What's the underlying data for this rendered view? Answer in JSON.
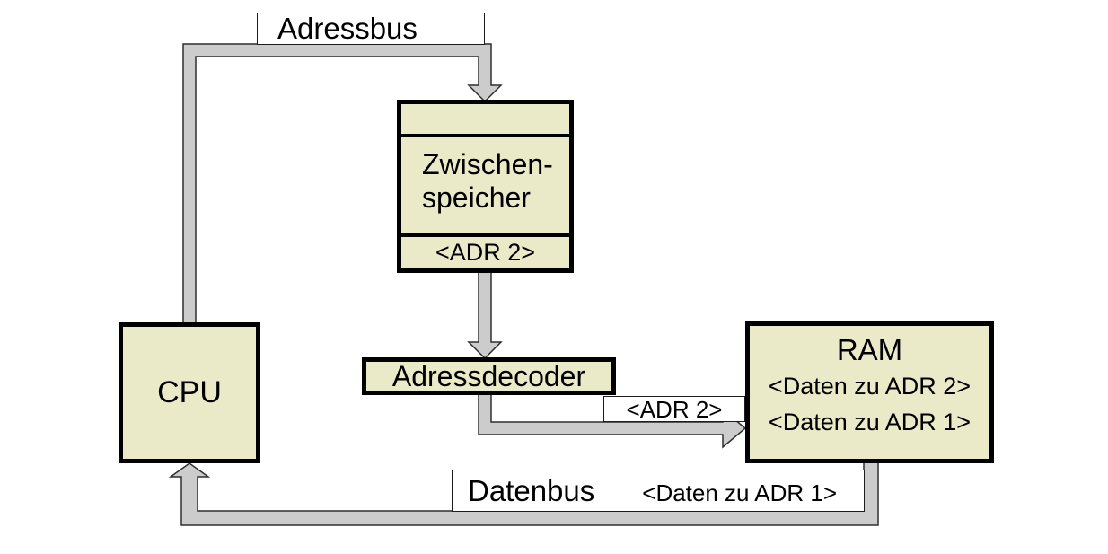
{
  "diagram": {
    "background_color": "#ffffff",
    "box_fill_color": "#eaeac8",
    "box_border_color": "#000000",
    "bus_fill_color": "#cccccc",
    "bus_outline_color": "#2e2e2e",
    "text_color": "#000000",
    "boxes": {
      "cpu": {
        "label": "CPU"
      },
      "zwischenspeicher": {
        "label": "Zwischen-\nspeicher",
        "register_value": "<ADR 2>"
      },
      "adressdecoder": {
        "label": "Adressdecoder"
      },
      "ram": {
        "label": "RAM",
        "contents": [
          "<Daten zu ADR 2>",
          "<Daten zu ADR 1>"
        ]
      }
    },
    "bus_labels": {
      "adressbus": "Adressbus",
      "datenbus": "Datenbus",
      "adr2": "<ADR 2>",
      "daten_zu_adr1": "<Daten zu ADR 1>"
    },
    "buses": [
      {
        "name": "adressbus",
        "from": "CPU",
        "to": "Zwischenspeicher"
      },
      {
        "name": "buffer-to-decoder",
        "from": "Zwischenspeicher",
        "to": "Adressdecoder"
      },
      {
        "name": "decoder-to-ram",
        "from": "Adressdecoder",
        "to": "RAM",
        "label": "<ADR 2>"
      },
      {
        "name": "datenbus",
        "from": "RAM",
        "to": "CPU",
        "label": "<Daten zu ADR 1>"
      }
    ]
  }
}
